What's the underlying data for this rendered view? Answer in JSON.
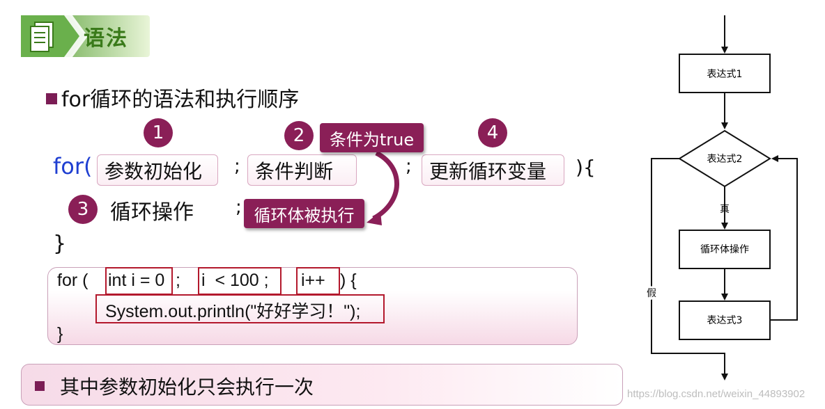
{
  "header": {
    "title": "语法"
  },
  "heading": "for循环的语法和执行顺序",
  "syntax": {
    "for_keyword": "for(",
    "steps": [
      "1",
      "2",
      "3",
      "4"
    ],
    "param_init": "参数初始化",
    "condition": "条件判断",
    "update": "更新循环变量",
    "semicolon": ";",
    "close_paren_brace": "){",
    "loop_op": "循环操作",
    "close_brace": "}",
    "callout_true": "条件为true",
    "callout_exec": "循环体被执行"
  },
  "code": {
    "line1_for": "for (",
    "init": "int i = 0",
    "sep": ";",
    "cond": "i  < 100 ;",
    "inc": "i++",
    "line1_end": ") {",
    "line2": "System.out.println(\"好好学习！\");",
    "line3": "}"
  },
  "note": "其中参数初始化只会执行一次",
  "flowchart": {
    "expr1": "表达式1",
    "expr2": "表达式2",
    "true_label": "真",
    "body": "循环体操作",
    "false_label": "假",
    "expr3": "表达式3"
  },
  "watermark": "https://blog.csdn.net/weixin_44893902",
  "colors": {
    "accent": "#8a1f57",
    "green": "#6ab04c",
    "red_box": "#b3182c"
  }
}
